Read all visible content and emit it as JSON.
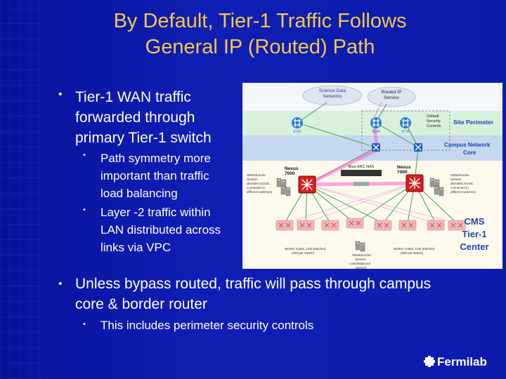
{
  "slide": {
    "title_line1": "By Default, Tier-1 Traffic Follows",
    "title_line2": "General IP (Routed) Path"
  },
  "bullets": [
    {
      "lines": [
        "Tier-1 WAN traffic",
        "forwarded through",
        "primary Tier-1 switch"
      ]
    },
    {
      "lines": [
        "Unless bypass routed, traffic will pass through campus",
        "core & border router"
      ]
    }
  ],
  "sub_bullets": [
    {
      "lines": [
        "Path symmetry more",
        "important than traffic",
        "load balancing"
      ]
    },
    {
      "lines": [
        "Layer -2 traffic within",
        "LAN distributed across",
        "links via VPC"
      ]
    },
    {
      "lines": [
        "This includes perimeter security controls"
      ]
    }
  ],
  "diagram": {
    "cloud_science": "Science Data Networks",
    "routed_service": "Routed IP Service",
    "default_security": "Default Security Controls",
    "site_perimeter": "Site Perimeter",
    "campus_core": "Campus Network Core",
    "nexus_left": "Nexus 7000",
    "nexus_right": "Nexus 7000",
    "bluearc": "Blue ARC NAS",
    "srm_left": "SRM/dCache Servers (Bonded 2x1GE, connected to different switches)",
    "srm_right": "SRM/dCache Servers (Bonded 2x1GE, connected to different switches)",
    "worker_left": "Worker nodes, 1GE-attached (300 per switch)",
    "worker_right": "Worker nodes, 1GE-attached (300 per switch)",
    "srm_mid": "SRM/dCache Servers Load Balanced Servers",
    "cms1": "CMS",
    "cms2": "Tier-1",
    "cms3": "Center",
    "esr": "ESR",
    "bdr": "BDR",
    "rtr": "RTR"
  },
  "logo": "Fermilab",
  "colors": {
    "background": "#0d1aa8",
    "title": "#f3c84a",
    "text": "#ffffff",
    "diagram_label": "#1d47b8",
    "traffic_path": "#ff5fd0"
  }
}
